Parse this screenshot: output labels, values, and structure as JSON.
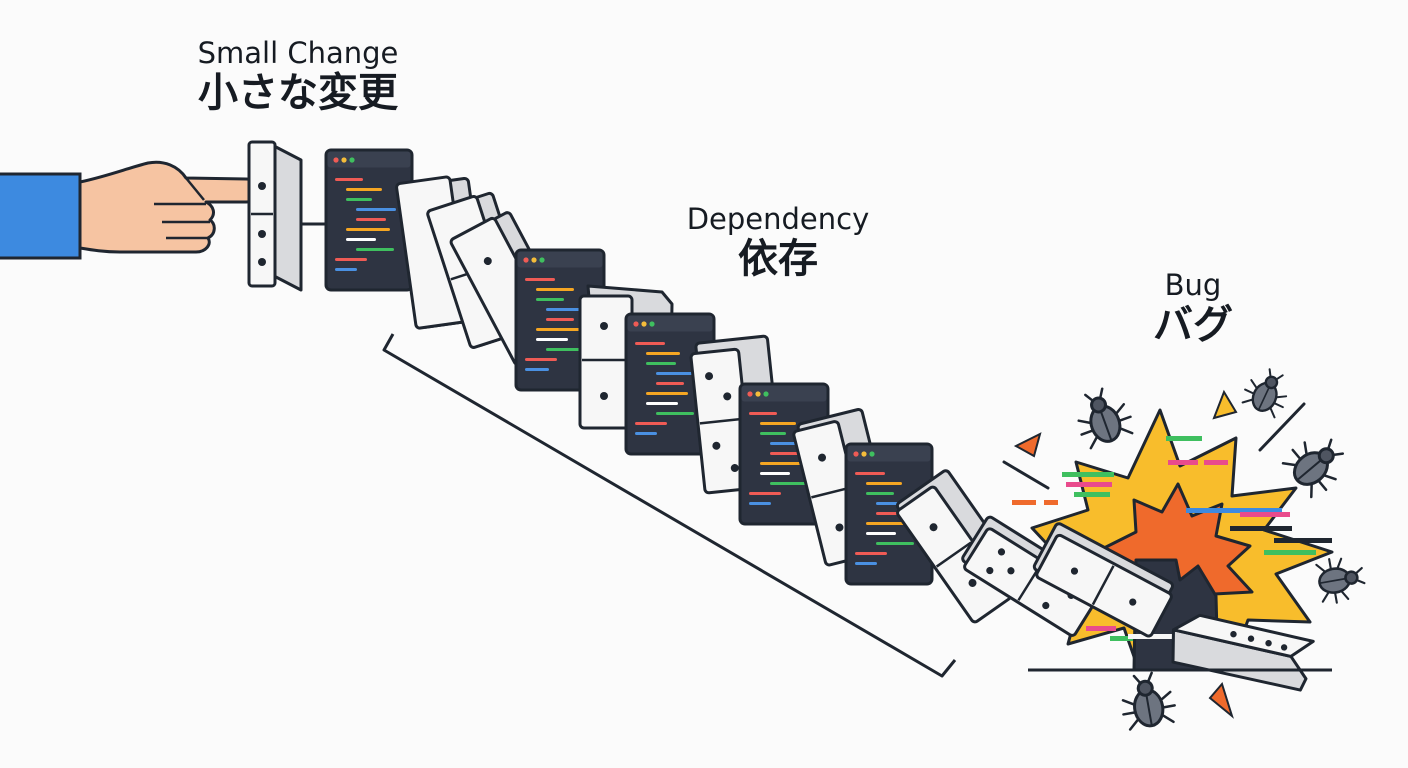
{
  "labels": {
    "small_change": {
      "en": "Small Change",
      "ja": "小さな変更"
    },
    "dependency": {
      "en": "Dependency",
      "ja": "依存"
    },
    "bug": {
      "en": "Bug",
      "ja": "バグ"
    }
  },
  "colors": {
    "background": "#fbfbfb",
    "outline": "#1f2630",
    "sleeve": "#3d8ae0",
    "skin": "#f6c4a2",
    "domino_face": "#f7f7f7",
    "domino_side": "#d9dadd",
    "editor_bg": "#2e3442",
    "explosion_outer": "#f8bd2c",
    "explosion_inner": "#ef6a2c",
    "bug_body": "#6d7480"
  },
  "icons": [
    "pointing-hand-icon",
    "domino-icon",
    "code-editor-icon",
    "explosion-icon",
    "bug-icon"
  ]
}
